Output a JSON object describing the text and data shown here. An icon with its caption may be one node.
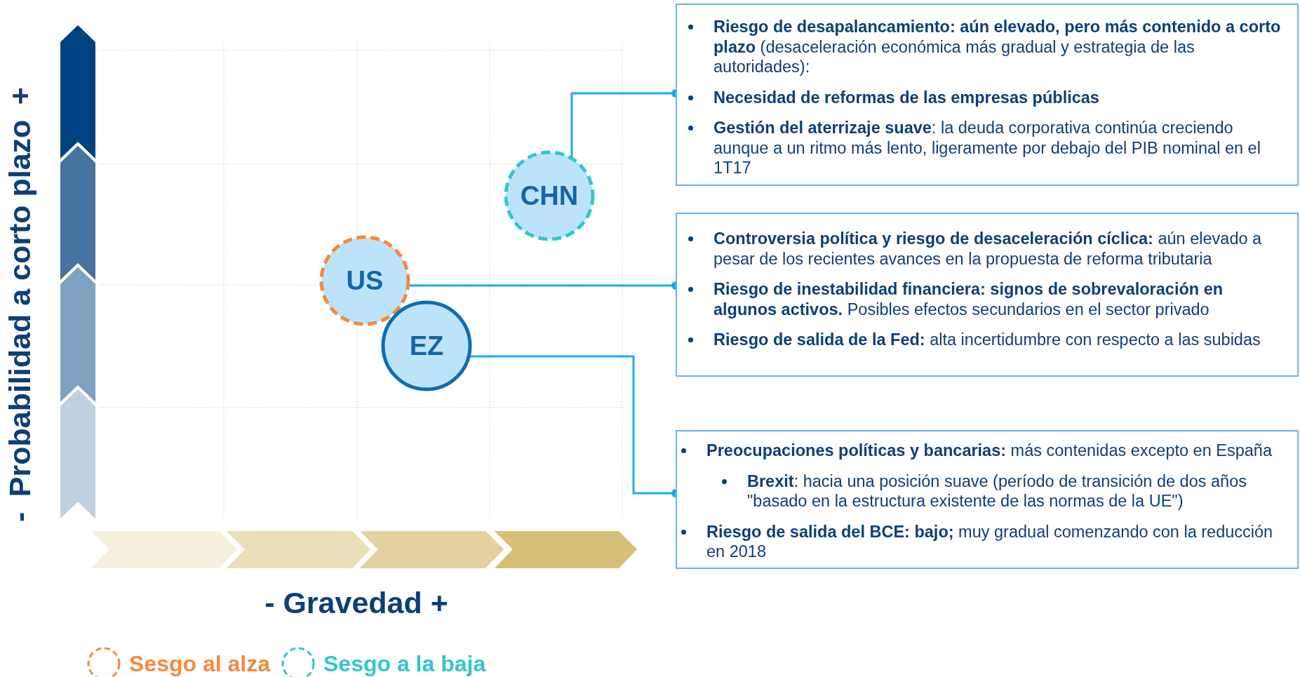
{
  "diagram": {
    "nodes": [
      {
        "text": [
          "CHN"
        ]
      },
      {
        "text": [
          "US"
        ]
      },
      {
        "text": [
          "EZ"
        ]
      },
      {
        "text": [
          "**Riesgo de desapalancamiento: aún elevado, pero más contenido a corto plazo** (desaceleración económica más gradual y estrategia de las autoridades):",
          "Necesidad de reformas de las empresas públicas",
          "**Gestión del aterrizaje suave**: la deuda corporativa continúa creciendo aunque a un ritmo más lento, ligeramente por debajo del PIB nominal en el 1T17"
        ]
      },
      {
        "text": [
          "**Controversia política y riesgo de desaceleración cíclica:** aún elevado a pesar de los recientes avances en la propuesta de reforma tributaria",
          "**Riesgo de inestabilidad financiera: signos de sobrevaloración en algunos activos.** Posibles efectos secundarios en el sector privado",
          "**Riesgo de salida de la Fed:** alta incertidumbre con respecto a las subidas"
        ]
      },
      {
        "text": [
          "**Preocupaciones políticas y bancarias:** más contenidas excepto en España",
          "**Brexit**: hacia una posición suave (período de transición de dos años \"basado en la estructura existente de las normas de la UE\")",
          "**Riesgo de salida del BCE: bajo;** muy gradual comenzando con la reducción en 2018"
        ]
      }
    ],
    "edges": [
      {
        "from": 0,
        "to": 3,
        "arrow": "other"
      },
      {
        "from": 1,
        "to": 4,
        "arrow": "other"
      },
      {
        "from": 2,
        "to": 5,
        "arrow": "other"
      }
    ],
    "labels": [
      "-",
      "Probabilidad a corto plazo",
      "+",
      "- Gravedad +"
    ],
    "legend": [
      {
        "text": "Sesgo al alza"
      },
      {
        "text": "Sesgo a la baja"
      }
    ]
  }
}
